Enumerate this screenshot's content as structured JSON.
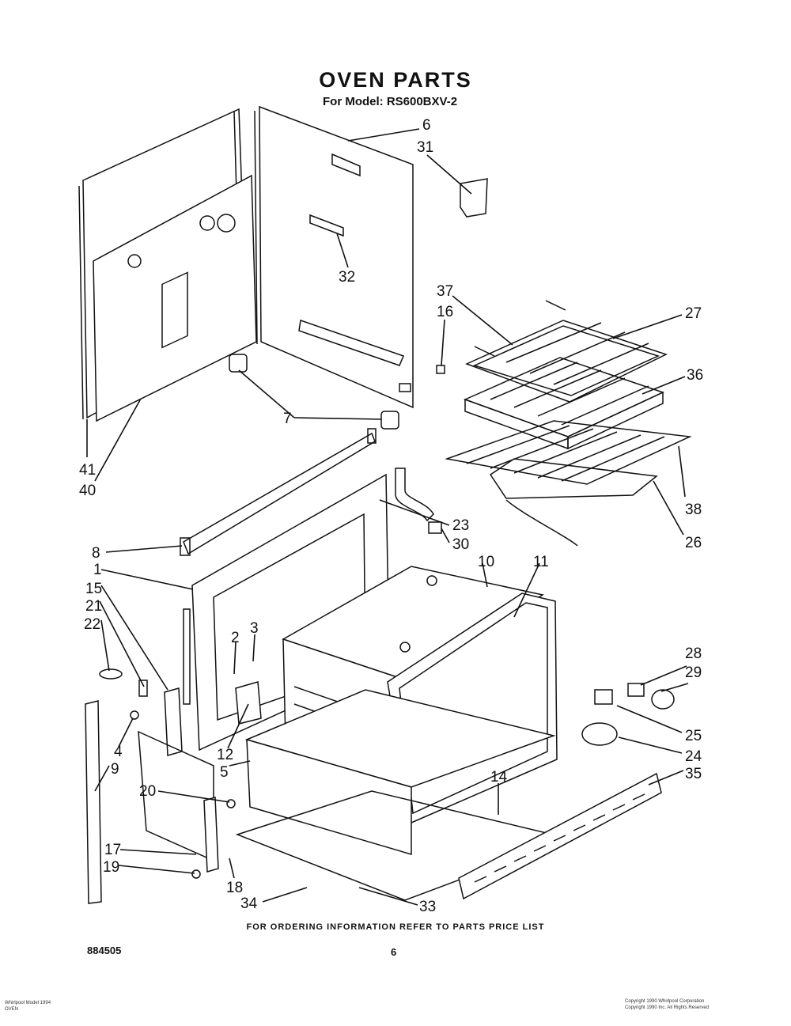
{
  "title": "OVEN PARTS",
  "model_line": "For Model: RS600BXV-2",
  "ordering_note": "FOR ORDERING INFORMATION REFER TO PARTS PRICE LIST",
  "doc_number": "884505",
  "page_number": "6",
  "footer_left": [
    "Whirlpool Model 1994",
    "OVEN"
  ],
  "footer_right": [
    "Copyright 1990 Whirlpool Corporation",
    "Copyright 1990 Inc. All Rights Reserved"
  ],
  "callouts": [
    {
      "id": "c6",
      "text": "6"
    },
    {
      "id": "c31",
      "text": "31"
    },
    {
      "id": "c32",
      "text": "32"
    },
    {
      "id": "c37",
      "text": "37"
    },
    {
      "id": "c16",
      "text": "16"
    },
    {
      "id": "c27",
      "text": "27"
    },
    {
      "id": "c36",
      "text": "36"
    },
    {
      "id": "c7",
      "text": "7"
    },
    {
      "id": "c41",
      "text": "41"
    },
    {
      "id": "c40",
      "text": "40"
    },
    {
      "id": "c38",
      "text": "38"
    },
    {
      "id": "c23",
      "text": "23"
    },
    {
      "id": "c26",
      "text": "26"
    },
    {
      "id": "c8",
      "text": "8"
    },
    {
      "id": "c30",
      "text": "30"
    },
    {
      "id": "c10",
      "text": "10"
    },
    {
      "id": "c11",
      "text": "11"
    },
    {
      "id": "c1",
      "text": "1"
    },
    {
      "id": "c15",
      "text": "15"
    },
    {
      "id": "c21",
      "text": "21"
    },
    {
      "id": "c22",
      "text": "22"
    },
    {
      "id": "c2",
      "text": "2"
    },
    {
      "id": "c3",
      "text": "3"
    },
    {
      "id": "c28",
      "text": "28"
    },
    {
      "id": "c29",
      "text": "29"
    },
    {
      "id": "c25",
      "text": "25"
    },
    {
      "id": "c4",
      "text": "4"
    },
    {
      "id": "c9",
      "text": "9"
    },
    {
      "id": "c12",
      "text": "12"
    },
    {
      "id": "c5",
      "text": "5"
    },
    {
      "id": "c24",
      "text": "24"
    },
    {
      "id": "c35",
      "text": "35"
    },
    {
      "id": "c14",
      "text": "14"
    },
    {
      "id": "c20",
      "text": "20"
    },
    {
      "id": "c17",
      "text": "17"
    },
    {
      "id": "c19",
      "text": "19"
    },
    {
      "id": "c18",
      "text": "18"
    },
    {
      "id": "c34",
      "text": "34"
    },
    {
      "id": "c33",
      "text": "33"
    }
  ]
}
